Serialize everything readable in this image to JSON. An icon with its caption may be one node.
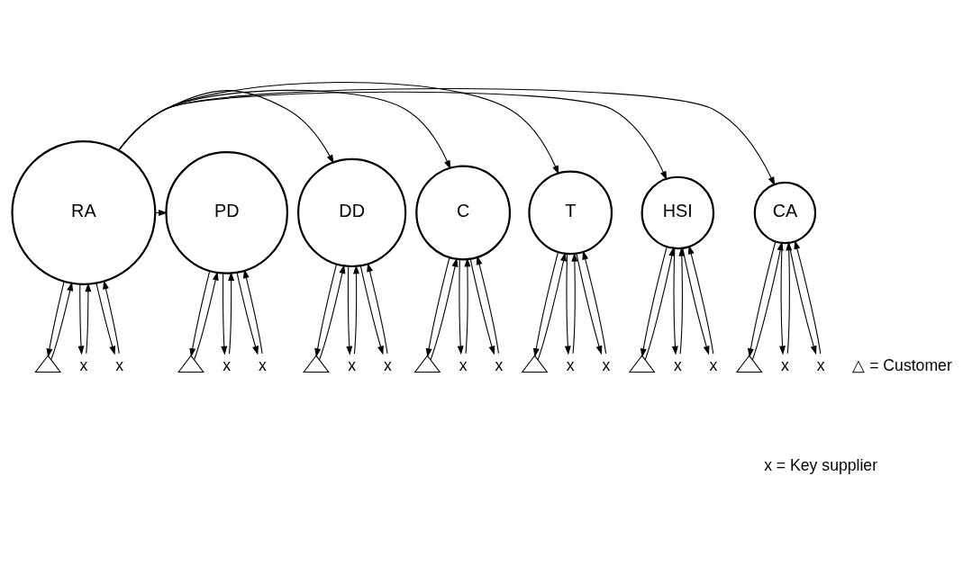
{
  "diagram": {
    "nodes": [
      {
        "text": [
          "RA"
        ]
      },
      {
        "text": [
          "PD"
        ]
      },
      {
        "text": [
          "DD"
        ]
      },
      {
        "text": [
          "C"
        ]
      },
      {
        "text": [
          "T"
        ]
      },
      {
        "text": [
          "HSI"
        ]
      },
      {
        "text": [
          "CA"
        ]
      },
      {
        "text": [],
        "shape": "triangle"
      },
      {
        "text": [],
        "shape": "triangle"
      },
      {
        "text": [],
        "shape": "triangle"
      },
      {
        "text": [],
        "shape": "triangle"
      },
      {
        "text": [],
        "shape": "triangle"
      },
      {
        "text": [],
        "shape": "triangle"
      },
      {
        "text": [],
        "shape": "triangle"
      },
      {
        "text": [
          "x"
        ]
      },
      {
        "text": [
          "x"
        ]
      },
      {
        "text": [
          "x"
        ]
      },
      {
        "text": [
          "x"
        ]
      },
      {
        "text": [
          "x"
        ]
      },
      {
        "text": [
          "x"
        ]
      },
      {
        "text": [
          "x"
        ]
      },
      {
        "text": [
          "x"
        ]
      },
      {
        "text": [
          "x"
        ]
      },
      {
        "text": [
          "x"
        ]
      },
      {
        "text": [
          "x"
        ]
      },
      {
        "text": [
          "x"
        ]
      },
      {
        "text": [
          "x"
        ]
      },
      {
        "text": [
          "x"
        ]
      }
    ],
    "edges": [
      {
        "from": 7,
        "to": 0,
        "arrow": "to"
      },
      {
        "from": 0,
        "to": 7,
        "arrow": "to"
      },
      {
        "from": 8,
        "to": 1,
        "arrow": "to"
      },
      {
        "from": 1,
        "to": 8,
        "arrow": "to"
      },
      {
        "from": 9,
        "to": 2,
        "arrow": "to"
      },
      {
        "from": 2,
        "to": 9,
        "arrow": "to"
      },
      {
        "from": 10,
        "to": 3,
        "arrow": "to"
      },
      {
        "from": 3,
        "to": 10,
        "arrow": "to"
      },
      {
        "from": 11,
        "to": 4,
        "arrow": "to"
      },
      {
        "from": 4,
        "to": 11,
        "arrow": "to"
      },
      {
        "from": 12,
        "to": 5,
        "arrow": "to"
      },
      {
        "from": 5,
        "to": 12,
        "arrow": "to"
      },
      {
        "from": 13,
        "to": 6,
        "arrow": "to"
      },
      {
        "from": 6,
        "to": 13,
        "arrow": "to"
      },
      {
        "from": 0,
        "to": 1,
        "arrow": "to"
      },
      {
        "from": 0,
        "to": 2,
        "arrow": "to"
      },
      {
        "from": 0,
        "to": 3,
        "arrow": "to"
      },
      {
        "from": 0,
        "to": 4,
        "arrow": "to"
      },
      {
        "from": 0,
        "to": 5,
        "arrow": "to"
      },
      {
        "from": 0,
        "to": 6,
        "arrow": "to"
      },
      {
        "from": 14,
        "to": 0,
        "arrow": "to"
      },
      {
        "from": 0,
        "to": 14,
        "arrow": "to"
      },
      {
        "from": 15,
        "to": 0,
        "arrow": "to"
      },
      {
        "from": 0,
        "to": 15,
        "arrow": "to"
      },
      {
        "from": 16,
        "to": 1,
        "arrow": "to"
      },
      {
        "from": 1,
        "to": 16,
        "arrow": "to"
      },
      {
        "from": 17,
        "to": 1,
        "arrow": "to"
      },
      {
        "from": 1,
        "to": 17,
        "arrow": "to"
      },
      {
        "from": 18,
        "to": 2,
        "arrow": "to"
      },
      {
        "from": 2,
        "to": 18,
        "arrow": "to"
      },
      {
        "from": 19,
        "to": 2,
        "arrow": "to"
      },
      {
        "from": 2,
        "to": 19,
        "arrow": "to"
      },
      {
        "from": 20,
        "to": 3,
        "arrow": "to"
      },
      {
        "from": 3,
        "to": 20,
        "arrow": "to"
      },
      {
        "from": 21,
        "to": 3,
        "arrow": "to"
      },
      {
        "from": 3,
        "to": 21,
        "arrow": "to"
      },
      {
        "from": 22,
        "to": 4,
        "arrow": "to"
      },
      {
        "from": 4,
        "to": 22,
        "arrow": "to"
      },
      {
        "from": 23,
        "to": 4,
        "arrow": "to"
      },
      {
        "from": 4,
        "to": 23,
        "arrow": "to"
      },
      {
        "from": 24,
        "to": 5,
        "arrow": "to"
      },
      {
        "from": 5,
        "to": 24,
        "arrow": "to"
      },
      {
        "from": 25,
        "to": 5,
        "arrow": "to"
      },
      {
        "from": 5,
        "to": 25,
        "arrow": "to"
      },
      {
        "from": 26,
        "to": 6,
        "arrow": "to"
      },
      {
        "from": 6,
        "to": 26,
        "arrow": "to"
      },
      {
        "from": 27,
        "to": 6,
        "arrow": "to"
      },
      {
        "from": 6,
        "to": 27,
        "arrow": "to"
      }
    ],
    "labels": [
      "△ = Customer",
      "x = Key supplier"
    ]
  }
}
